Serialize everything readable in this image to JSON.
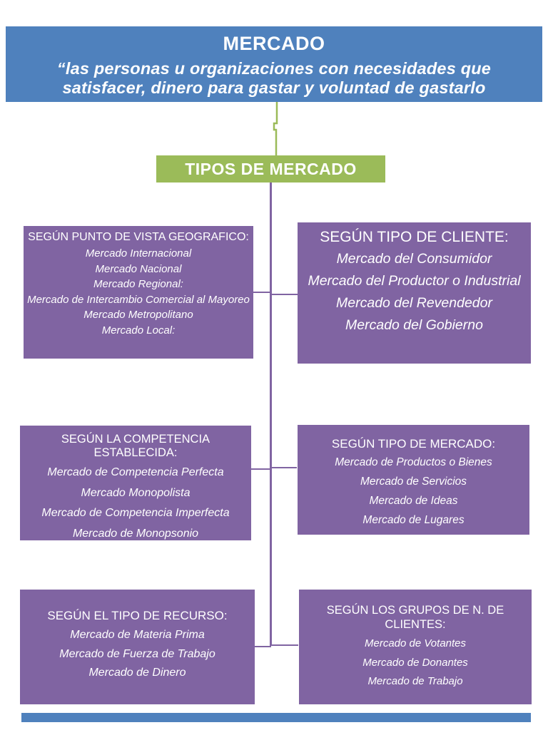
{
  "header": {
    "title": "MERCADO",
    "quote_line1": "“las personas u organizaciones con necesidades que",
    "quote_line2": "satisfacer, dinero para gastar y voluntad de gastarlo"
  },
  "subtitle": {
    "label": "TIPOS DE MERCADO"
  },
  "boxes": [
    {
      "title": "SEGÚN PUNTO DE VISTA GEOGRAFICO:",
      "items": [
        "Mercado Internacional",
        "Mercado Nacional",
        "Mercado Regional:",
        "Mercado de Intercambio Comercial al Mayoreo",
        "Mercado Metropolitano",
        "Mercado Local:"
      ]
    },
    {
      "title": "SEGÚN TIPO DE CLIENTE:",
      "items": [
        "Mercado del Consumidor",
        "Mercado del Productor o Industrial",
        "Mercado del Revendedor",
        "Mercado del Gobierno"
      ]
    },
    {
      "title": "SEGÚN LA COMPETENCIA ESTABLECIDA:",
      "items": [
        "Mercado de Competencia Perfecta",
        "Mercado Monopolista",
        "Mercado de Competencia Imperfecta",
        "Mercado de Monopsonio"
      ]
    },
    {
      "title": "SEGÚN TIPO DE MERCADO:",
      "items": [
        "Mercado de Productos o Bienes",
        "Mercado de Servicios",
        "Mercado de Ideas",
        "Mercado de Lugares"
      ]
    },
    {
      "title": "SEGÚN EL TIPO DE RECURSO:",
      "items": [
        "Mercado de Materia Prima",
        "Mercado de Fuerza de Trabajo",
        "Mercado de Dinero"
      ]
    },
    {
      "title": "SEGÚN LOS GRUPOS DE N. DE CLIENTES:",
      "items": [
        "Mercado de Votantes",
        "Mercado de Donantes",
        "Mercado de Trabajo"
      ]
    }
  ],
  "colors": {
    "blue": "#4f81bd",
    "green": "#9bbb59",
    "purple": "#8064a2",
    "white": "#ffffff"
  }
}
